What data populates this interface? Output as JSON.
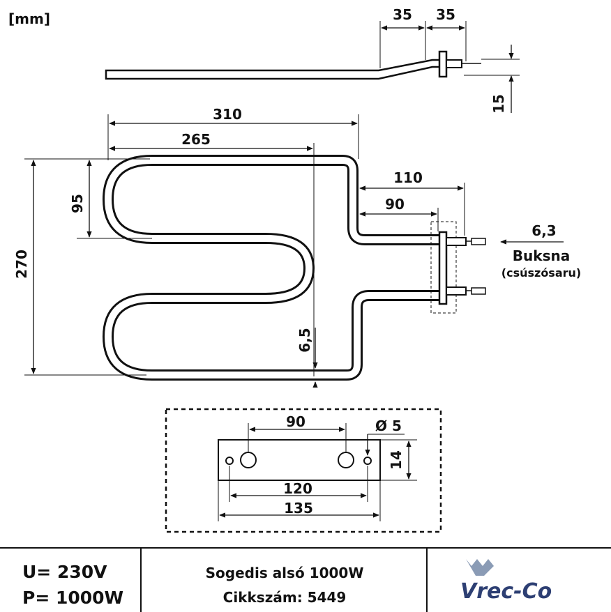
{
  "unit_label": "[mm]",
  "side_view": {
    "dim_left_35": "35",
    "dim_right_35": "35",
    "dim_15": "15"
  },
  "top_view": {
    "dim_310": "310",
    "dim_265": "265",
    "dim_95": "95",
    "dim_270": "270",
    "dim_110": "110",
    "dim_90": "90",
    "dim_6_5": "6,5"
  },
  "terminal": {
    "size": "6,3",
    "name": "Buksna",
    "alt_name": "(csúszósaru)"
  },
  "flange": {
    "dim_90": "90",
    "dim_diameter": "Ø 5",
    "dim_14": "14",
    "dim_120": "120",
    "dim_135": "135"
  },
  "footer": {
    "voltage": "U= 230V",
    "power": "P= 1000W",
    "product_name": "Sogedis alsó 1000W",
    "article_number": "Cikkszám: 5449",
    "logo_text": "Vrec-Co"
  },
  "colors": {
    "line": "#111111",
    "element_outline": "#111111",
    "logo_blue": "#2d3f73",
    "logo_grey": "#8a9bb5"
  }
}
